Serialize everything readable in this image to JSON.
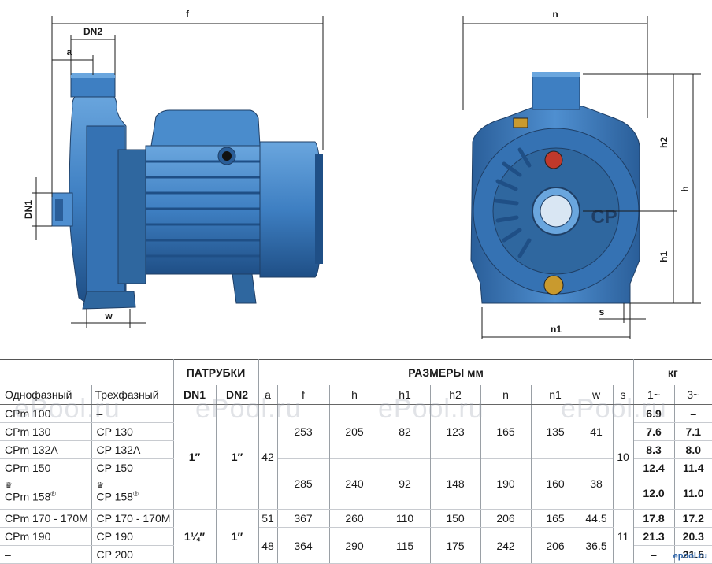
{
  "drawing": {
    "dims_side": {
      "f": "f",
      "dn2": "DN2",
      "a": "a",
      "dn1": "DN1",
      "w": "w"
    },
    "dims_front": {
      "n": "n",
      "h2": "h2",
      "h": "h",
      "h1": "h1",
      "s": "s",
      "n1": "n1"
    },
    "body_label": "CP",
    "colors": {
      "pump_blue": "#3e7fc2",
      "pump_dark": "#1f4f86",
      "pump_light": "#6aa6de",
      "line": "#1a1a1a"
    }
  },
  "table": {
    "header": {
      "nozzles": "ПАТРУБКИ",
      "dimensions": "РАЗМЕРЫ мм",
      "weight": "кг",
      "single_phase": "Однофазный",
      "three_phase": "Трехфазный",
      "dn1": "DN1",
      "dn2": "DN2",
      "a": "a",
      "f": "f",
      "h": "h",
      "h1": "h1",
      "h2": "h2",
      "n": "n",
      "n1": "n1",
      "w": "w",
      "s": "s",
      "kg1": "1~",
      "kg3": "3~"
    },
    "rows": [
      {
        "m1": "CPm 100",
        "m3": "–",
        "kg1": "6.9",
        "kg3": "–"
      },
      {
        "m1": "CPm 130",
        "m3": "CP 130",
        "kg1": "7.6",
        "kg3": "7.1"
      },
      {
        "m1": "CPm 132A",
        "m3": "CP 132A",
        "kg1": "8.3",
        "kg3": "8.0"
      },
      {
        "m1": "CPm 150",
        "m3": "CP 150",
        "kg1": "12.4",
        "kg3": "11.4"
      },
      {
        "m1": "CPm 158",
        "m3": "CP 158",
        "kg1": "12.0",
        "kg3": "11.0",
        "crown": "♛",
        "reg": "®"
      },
      {
        "m1": "CPm 170 - 170M",
        "m3": "CP 170 - 170M",
        "kg1": "17.8",
        "kg3": "17.2"
      },
      {
        "m1": "CPm 190",
        "m3": "CP 190",
        "kg1": "21.3",
        "kg3": "20.3"
      },
      {
        "m1": "–",
        "m3": "CP 200",
        "kg1": "–",
        "kg3": "21.5"
      }
    ],
    "groups": {
      "g1": {
        "dn1": "1″",
        "dn2": "1″",
        "a": "42",
        "s": "10"
      },
      "g1a": {
        "f": "253",
        "h": "205",
        "h1": "82",
        "h2": "123",
        "n": "165",
        "n1": "135",
        "w": "41"
      },
      "g1b": {
        "f": "285",
        "h": "240",
        "h1": "92",
        "h2": "148",
        "n": "190",
        "n1": "160",
        "w": "38"
      },
      "g2": {
        "dn1": "1¼″",
        "dn2": "1″",
        "s": "11"
      },
      "g2a": {
        "a": "51",
        "f": "367",
        "h": "260",
        "h1": "110",
        "h2": "150",
        "n": "206",
        "n1": "165",
        "w": "44.5"
      },
      "g2b": {
        "a": "48",
        "f": "364",
        "h": "290",
        "h1": "115",
        "h2": "175",
        "n": "242",
        "n1": "206",
        "w": "36.5"
      }
    }
  },
  "watermark": "ePool.ru",
  "logo": "epool.ru"
}
